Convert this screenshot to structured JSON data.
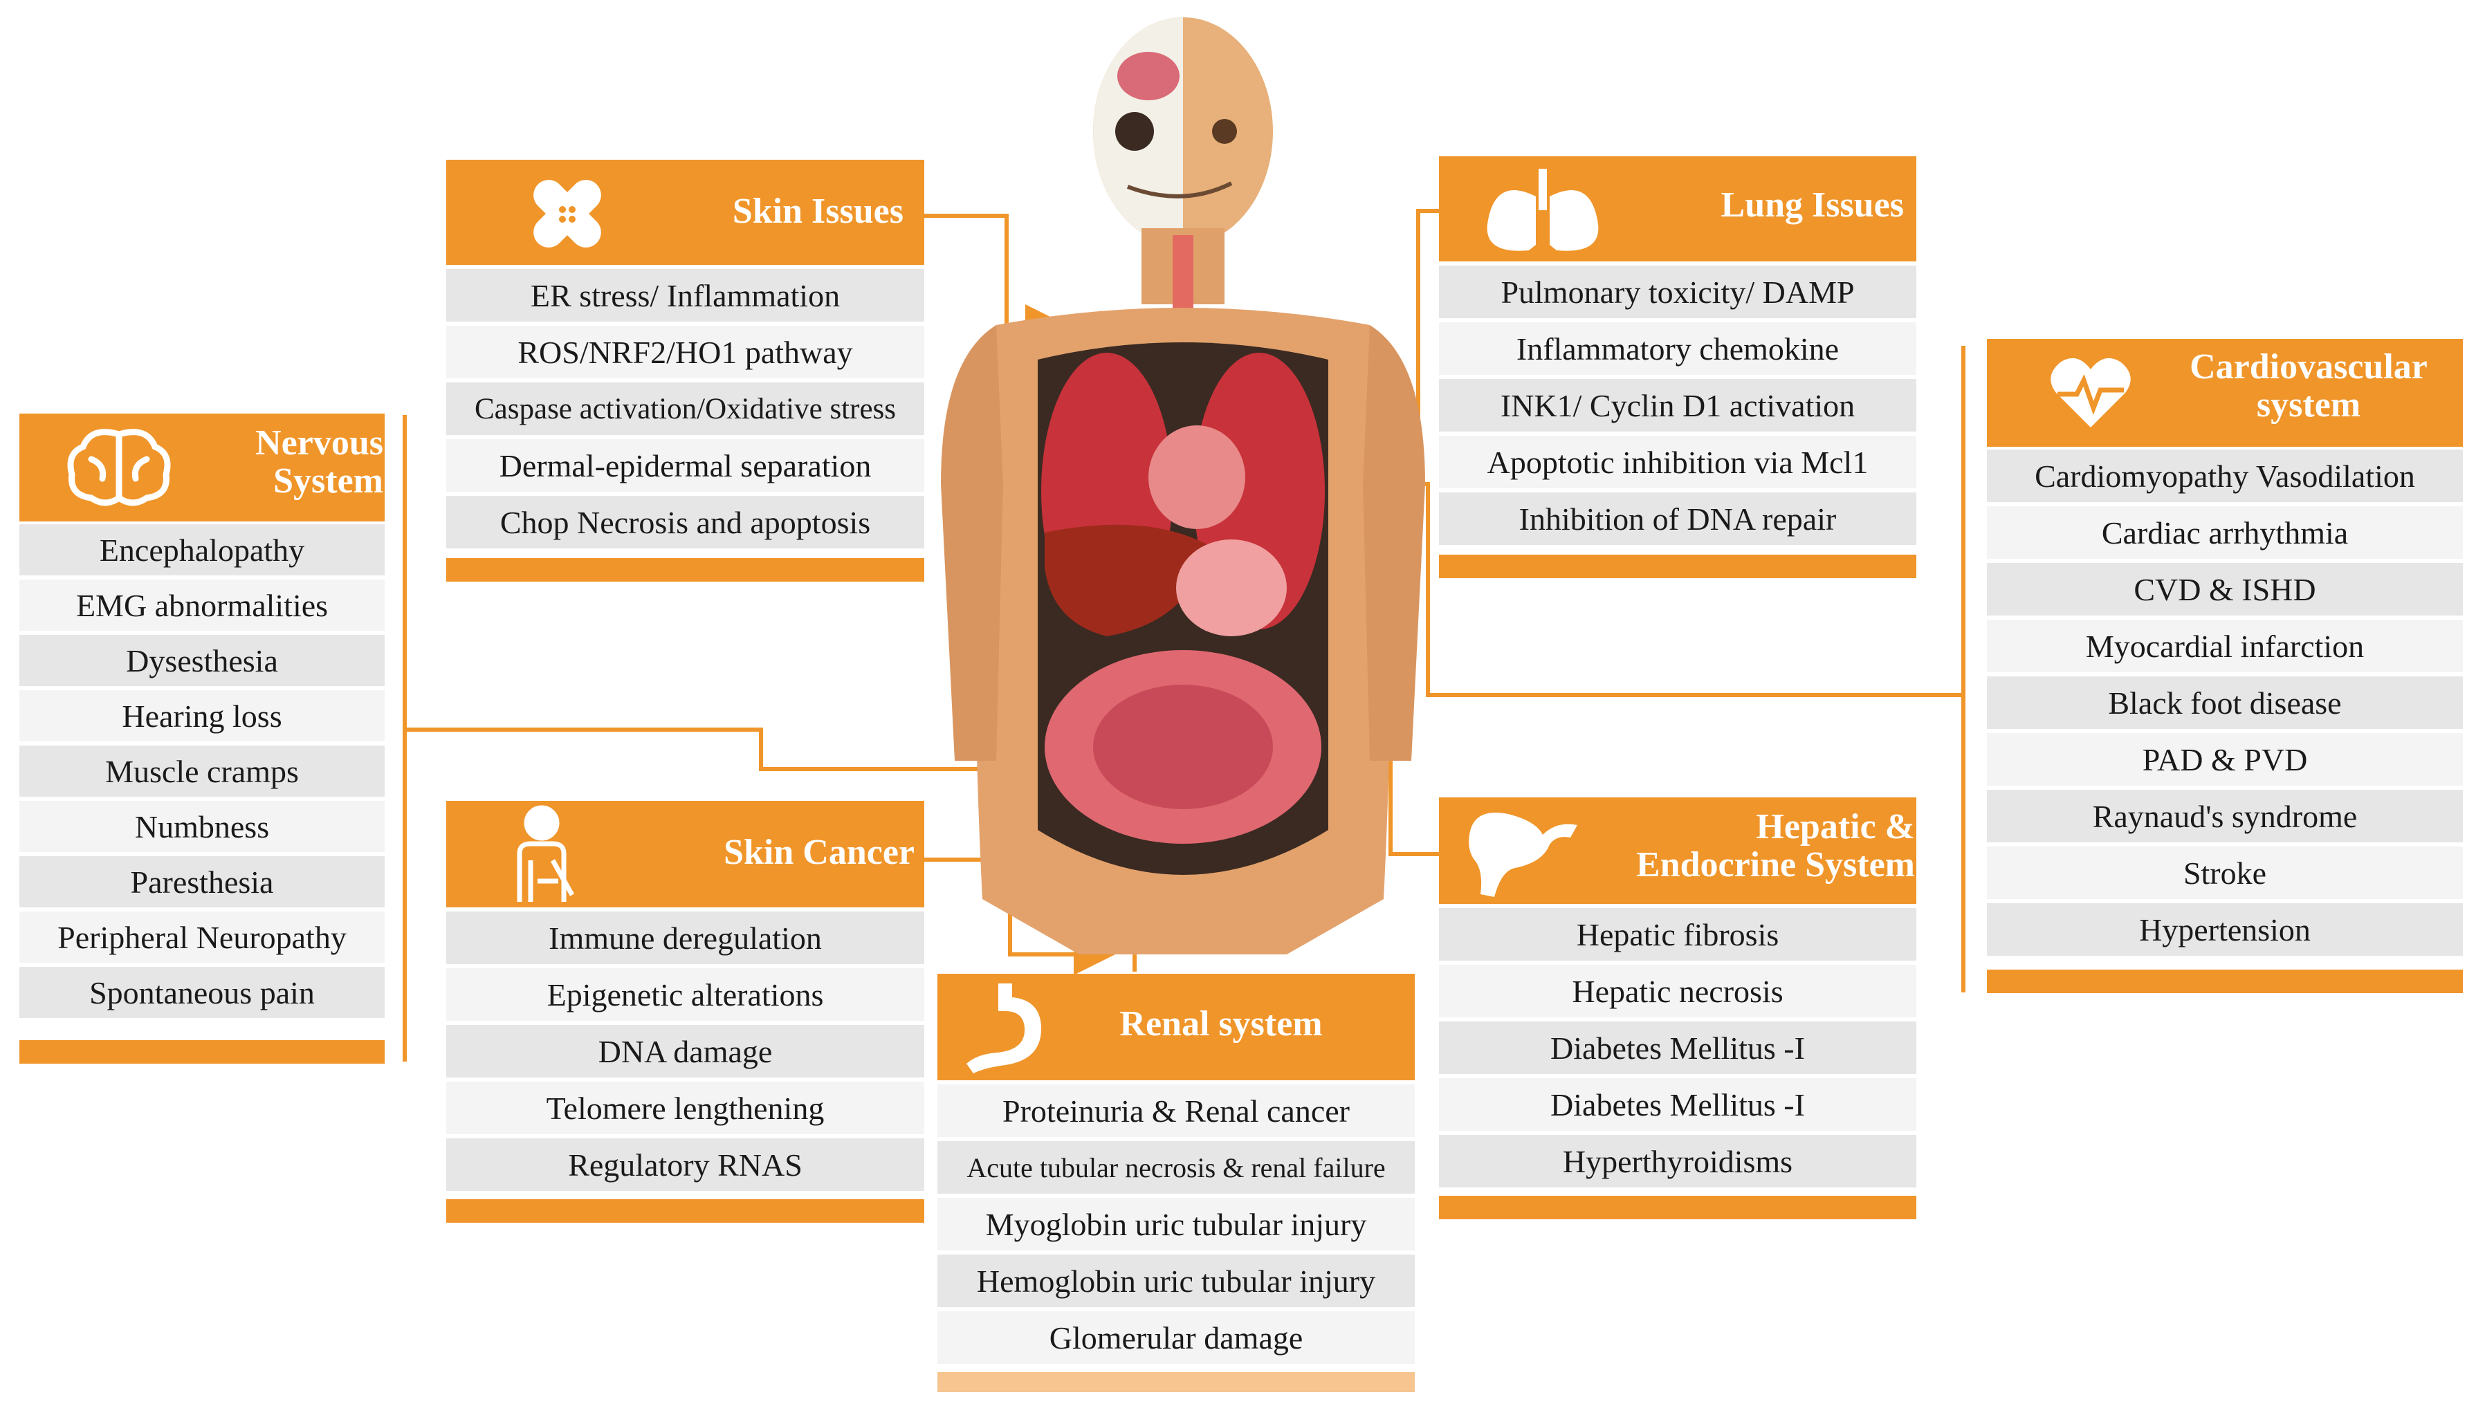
{
  "colors": {
    "accent": "#f0952a",
    "row_dark": "#e6e6e6",
    "row_light": "#f4f4f4"
  },
  "figure": {
    "icon": "human-anatomy-illustration"
  },
  "panels": {
    "skin_issues": {
      "title": "Skin Issues",
      "icon": "bandage-icon",
      "items": [
        "ER stress/ Inflammation",
        "ROS/NRF2/HO1 pathway",
        "Caspase activation/Oxidative stress",
        "Dermal-epidermal separation",
        "Chop Necrosis and apoptosis"
      ]
    },
    "lung_issues": {
      "title": "Lung Issues",
      "icon": "lungs-icon",
      "items": [
        "Pulmonary toxicity/ DAMP",
        "Inflammatory chemokine",
        "INK1/ Cyclin D1 activation",
        "Apoptotic inhibition via Mcl1",
        "Inhibition of DNA repair"
      ]
    },
    "nervous": {
      "title_line1": "Nervous",
      "title_line2": "System",
      "icon": "brain-icon",
      "items": [
        "Encephalopathy",
        "EMG abnormalities",
        "Dysesthesia",
        "Hearing loss",
        "Muscle cramps",
        "Numbness",
        "Paresthesia",
        "Peripheral Neuropathy",
        "Spontaneous pain"
      ]
    },
    "cardio": {
      "title_line1": "Cardiovascular",
      "title_line2": "system",
      "icon": "heart-pulse-icon",
      "items": [
        "Cardiomyopathy Vasodilation",
        "Cardiac arrhythmia",
        "CVD & ISHD",
        "Myocardial infarction",
        "Black foot disease",
        "PAD & PVD",
        "Raynaud's syndrome",
        "Stroke",
        "Hypertension"
      ]
    },
    "skin_cancer": {
      "title": "Skin Cancer",
      "icon": "patient-icon",
      "items": [
        "Immune deregulation",
        "Epigenetic alterations",
        "DNA damage",
        "Telomere lengthening",
        "Regulatory RNAS"
      ]
    },
    "renal": {
      "title": "Renal system",
      "icon": "stomach-icon",
      "items": [
        "Proteinuria & Renal cancer",
        "Acute tubular necrosis & renal failure",
        "Myoglobin uric tubular injury",
        "Hemoglobin uric tubular injury",
        "Glomerular damage"
      ]
    },
    "hepatic": {
      "title_line1": "Hepatic &",
      "title_line2": "Endocrine System",
      "icon": "liver-icon",
      "items": [
        "Hepatic fibrosis",
        "Hepatic necrosis",
        "Diabetes Mellitus -I",
        "Diabetes Mellitus -I",
        "Hyperthyroidisms"
      ]
    }
  }
}
